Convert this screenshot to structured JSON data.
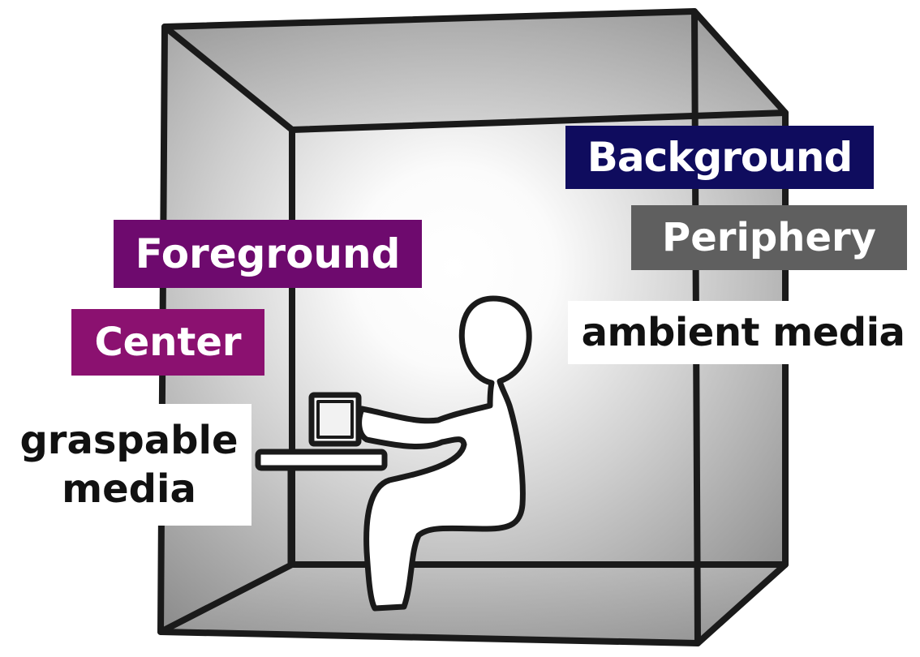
{
  "labels": {
    "background": "Background",
    "periphery": "Periphery",
    "foreground": "Foreground",
    "center": "Center",
    "ambient": "ambient media",
    "graspable_line1": "graspable",
    "graspable_line2": "media"
  },
  "colors": {
    "background_tag": "#0f0c5e",
    "periphery_tag": "#5f5f5f",
    "foreground_tag": "#6e0a6e",
    "center_tag": "#8b1170",
    "room_edge": "#1a1a1a",
    "room_shade": "#9a9a9a",
    "room_glow": "#ffffff"
  }
}
